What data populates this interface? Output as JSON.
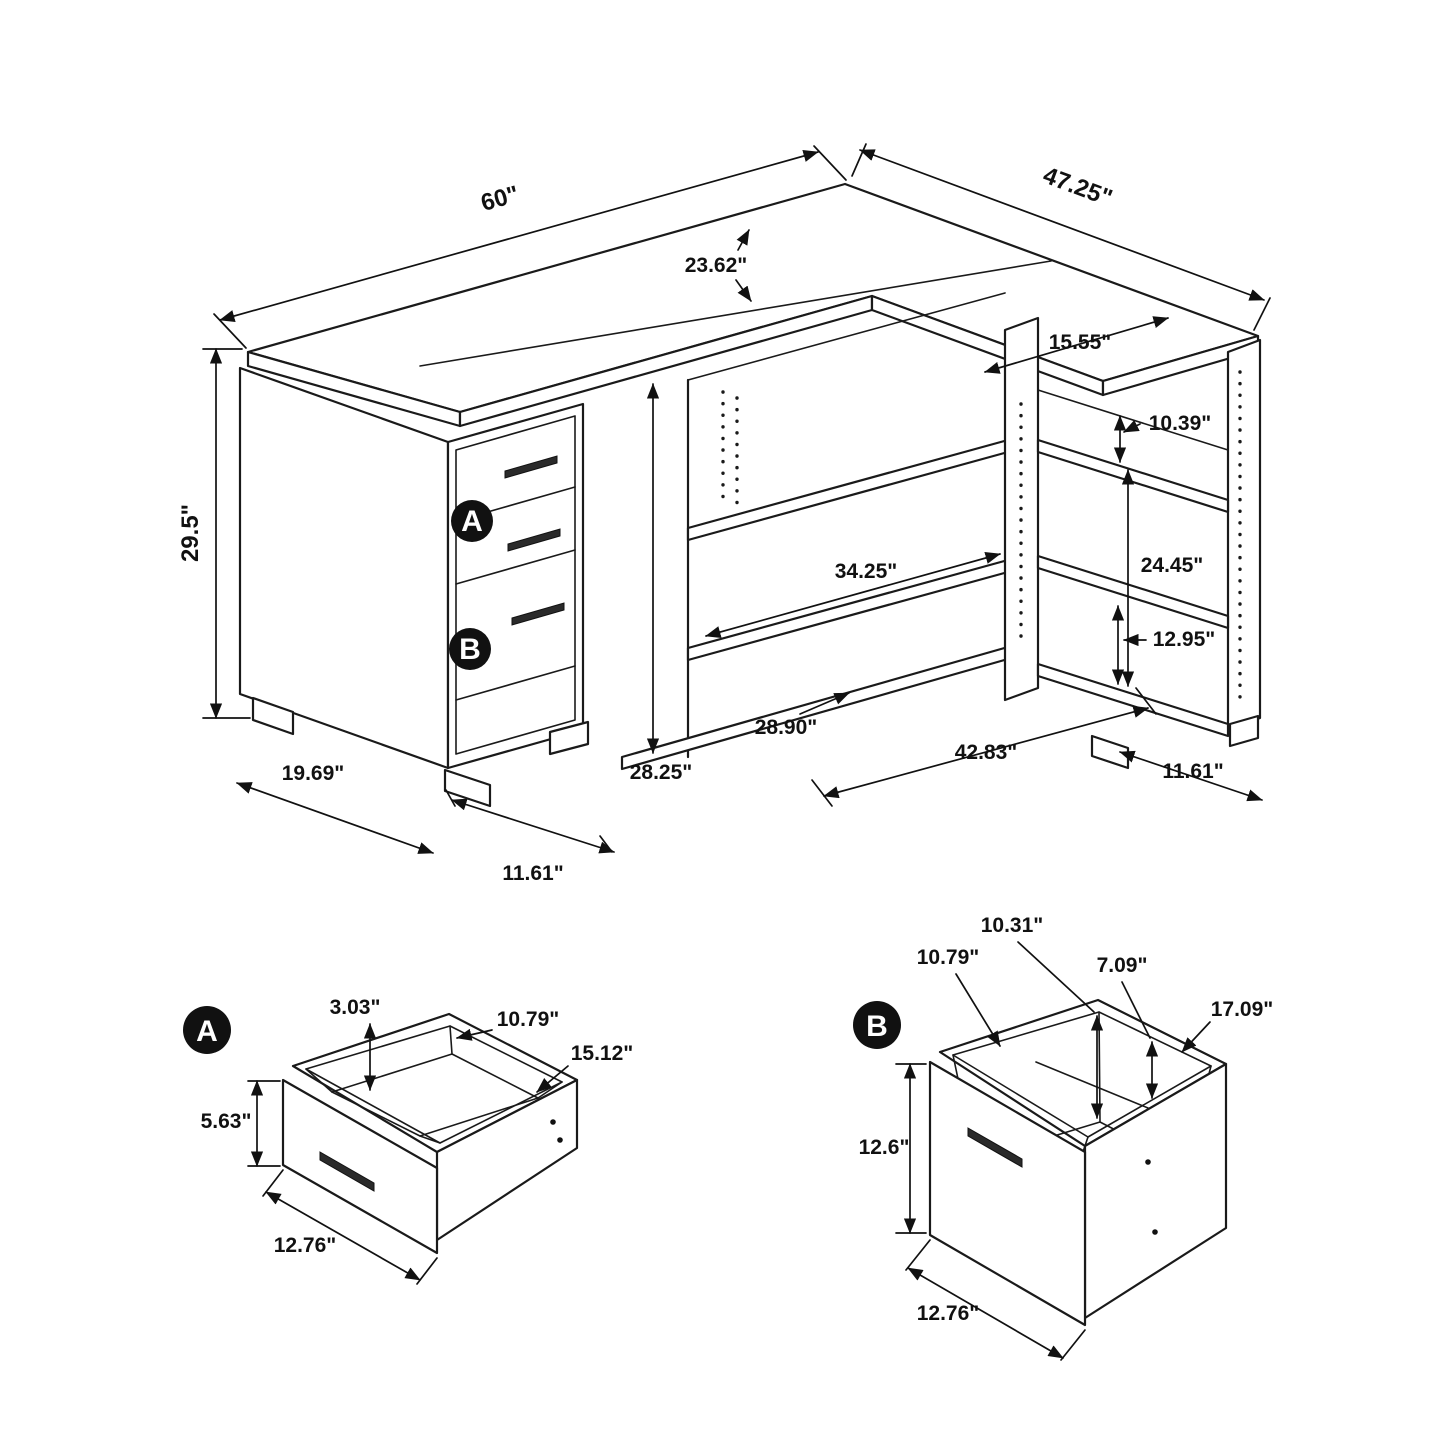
{
  "drawing": {
    "main": {
      "top_width": "60\"",
      "return_depth": "47.25\"",
      "half_depth": "23.62\"",
      "return_inner_width": "15.55\"",
      "overall_height": "29.5\"",
      "cubby_top_gap": "10.39\"",
      "cubby_interior_height": "24.45\"",
      "cubby_bottom_gap": "12.95\"",
      "center_shelf_width": "34.25\"",
      "interior_height": "28.25\"",
      "back_rail_length": "28.90\"",
      "right_section_span": "42.83\"",
      "pedestal_depth": "19.69\"",
      "pedestal_foot_depth": "11.61\"",
      "return_foot_depth": "11.61\"",
      "drawer_a_label": "A",
      "drawer_b_label": "B"
    },
    "detail_a": {
      "badge": "A",
      "side_height": "3.03\"",
      "inner_width": "10.79\"",
      "inner_depth": "15.12\"",
      "front_height": "5.63\"",
      "front_width": "12.76\""
    },
    "detail_b": {
      "badge": "B",
      "inner_height": "10.31\"",
      "inner_width": "10.79\"",
      "back_gap": "7.09\"",
      "inner_depth": "17.09\"",
      "front_height": "12.6\"",
      "front_width": "12.76\""
    }
  }
}
